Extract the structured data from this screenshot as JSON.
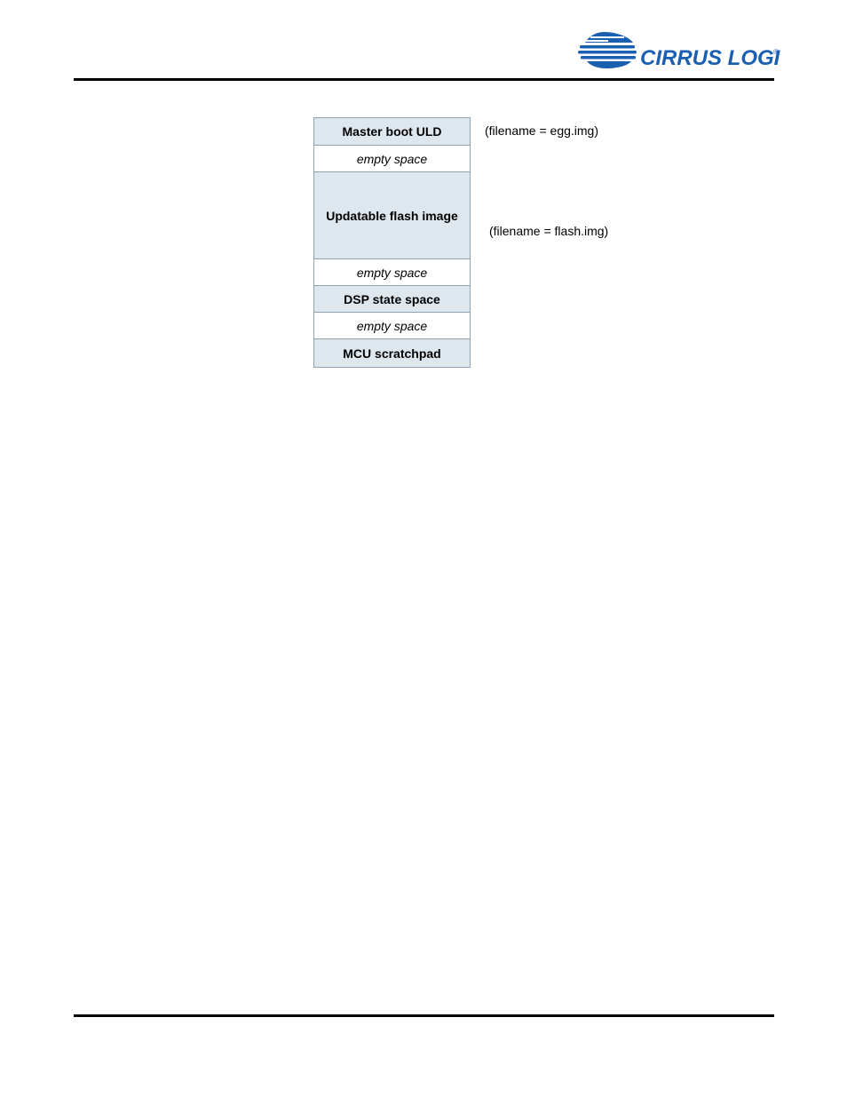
{
  "header": {
    "logo_text": "CIRRUS LOGIC",
    "logo_mark": "®",
    "brand_color": "#1b5fb0"
  },
  "memory_map": {
    "blocks": [
      {
        "label": "Master boot ULD",
        "kind": "filled"
      },
      {
        "label": "empty space",
        "kind": "empty"
      },
      {
        "label": "Updatable flash image",
        "kind": "filled"
      },
      {
        "label": "empty space",
        "kind": "empty"
      },
      {
        "label": "DSP state space",
        "kind": "filled"
      },
      {
        "label": "empty space",
        "kind": "empty"
      },
      {
        "label": "MCU scratchpad",
        "kind": "filled"
      }
    ],
    "annotations": [
      "(filename = egg.img)",
      "(filename = flash.img)"
    ]
  }
}
